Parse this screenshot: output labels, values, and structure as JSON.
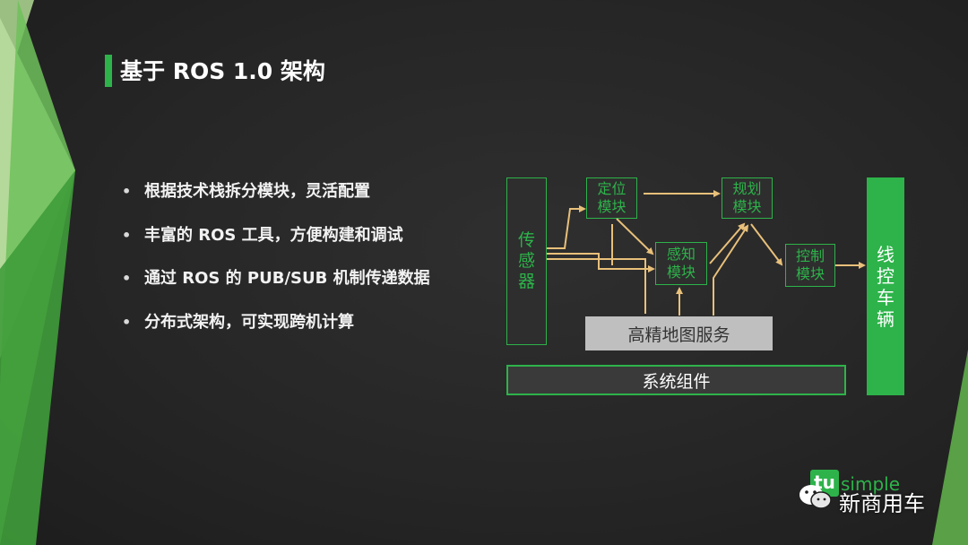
{
  "slide": {
    "title": "基于 ROS 1.0 架构",
    "bullets": [
      "根据技术栈拆分模块，灵活配置",
      "丰富的 ROS 工具，方便构建和调试",
      "通过 ROS 的 PUB/SUB 机制传递数据",
      "分布式架构，可实现跨机计算"
    ],
    "bullet_marker": "•"
  },
  "diagram": {
    "sensor": "传\n感\n器",
    "localization": "定位\n模块",
    "perception": "感知\n模块",
    "planning": "规划\n模块",
    "control": "控制\n模块",
    "hd_map": "高精地图服务",
    "system": "系统组件",
    "vehicle": "线\n控\n车\n辆"
  },
  "watermark": {
    "logo_mark": "tu",
    "logo_text": "simple",
    "brand": "新商用车"
  },
  "colors": {
    "accent": "#2db34a",
    "arrow": "#e8c07a",
    "background": "#262626"
  }
}
